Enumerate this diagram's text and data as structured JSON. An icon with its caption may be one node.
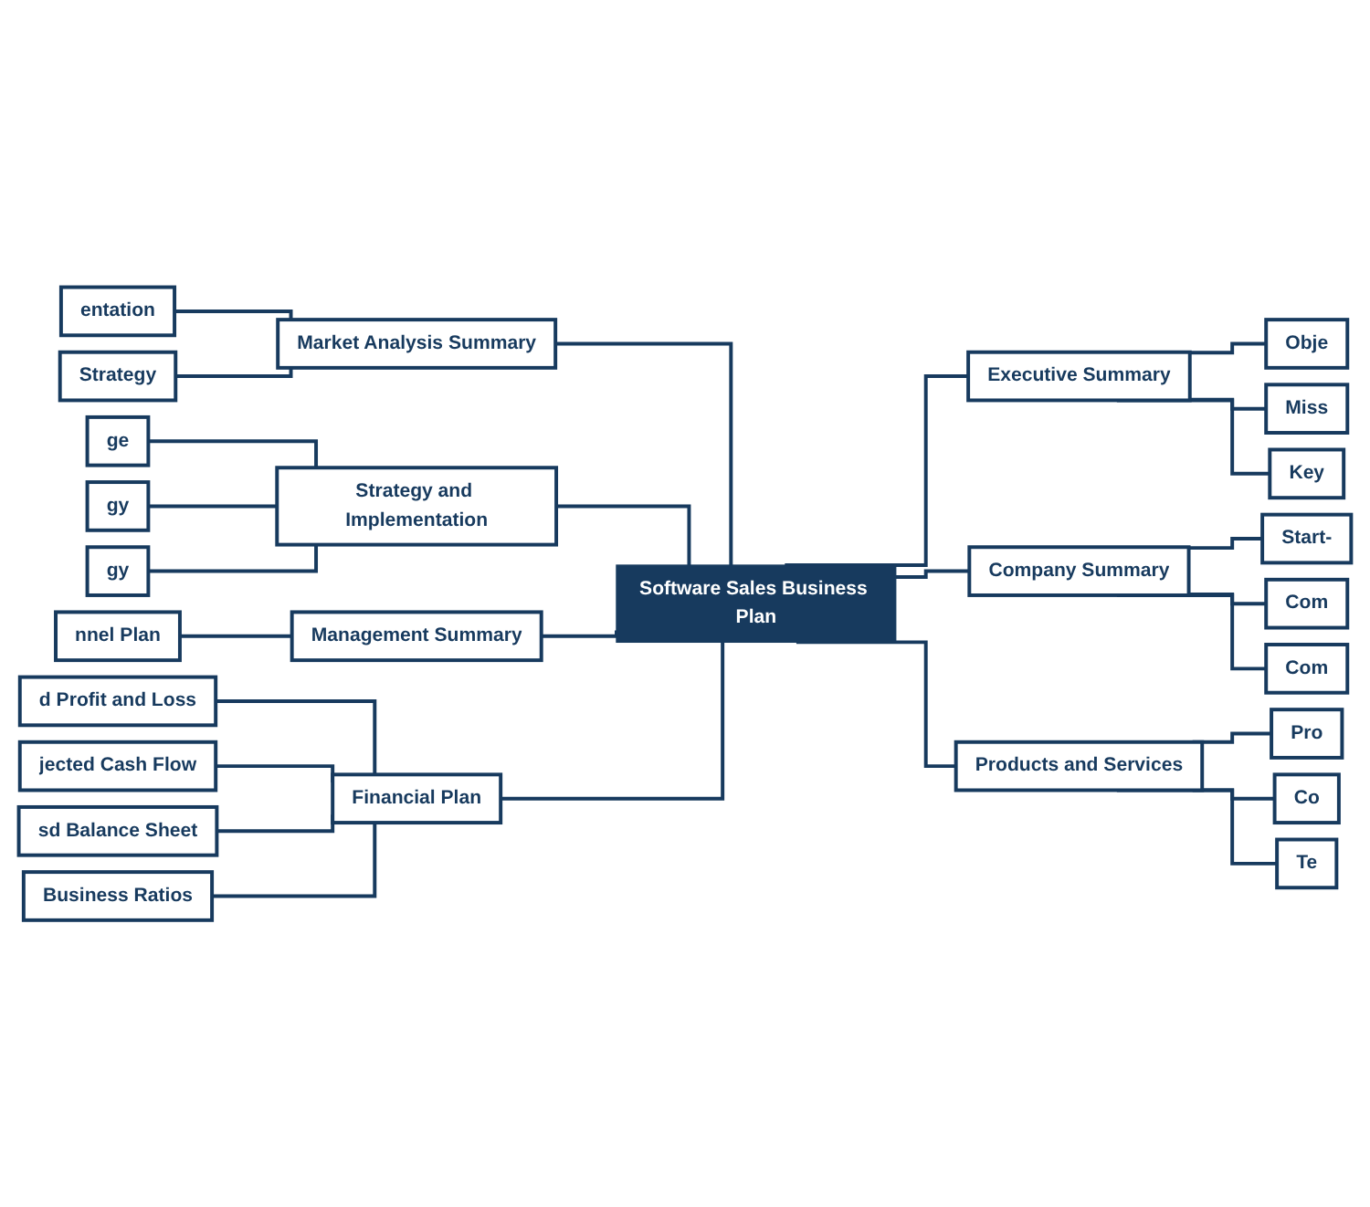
{
  "diagram": {
    "nodes": [
      {
        "text": [
          "Software Sales Business Plan"
        ]
      },
      {
        "text": [
          "Executive Summary"
        ]
      },
      {
        "text": [
          "Obje"
        ]
      },
      {
        "text": [
          "Miss"
        ]
      },
      {
        "text": [
          "Key"
        ]
      },
      {
        "text": [
          "Company Summary"
        ]
      },
      {
        "text": [
          "Start-"
        ]
      },
      {
        "text": [
          "Com"
        ]
      },
      {
        "text": [
          "Com"
        ]
      },
      {
        "text": [
          "Products and Services"
        ]
      },
      {
        "text": [
          "Pro"
        ]
      },
      {
        "text": [
          "Co"
        ]
      },
      {
        "text": [
          "Te"
        ]
      },
      {
        "text": [
          "Market Analysis Summary"
        ]
      },
      {
        "text": [
          "entation"
        ]
      },
      {
        "text": [
          "Strategy"
        ]
      },
      {
        "text": [
          "Strategy and Implementation"
        ]
      },
      {
        "text": [
          "ge"
        ]
      },
      {
        "text": [
          "gy"
        ]
      },
      {
        "text": [
          "gy"
        ]
      },
      {
        "text": [
          "Management Summary"
        ]
      },
      {
        "text": [
          "nnel Plan"
        ]
      },
      {
        "text": [
          "Financial Plan"
        ]
      },
      {
        "text": [
          "d Profit and Loss"
        ]
      },
      {
        "text": [
          "jected Cash Flow"
        ]
      },
      {
        "text": [
          "sd Balance Sheet"
        ]
      },
      {
        "text": [
          "Business Ratios"
        ]
      }
    ],
    "edges": [
      {
        "from": 0,
        "to": 1,
        "arrow": "none"
      },
      {
        "from": 1,
        "to": 2,
        "arrow": "none"
      },
      {
        "from": 1,
        "to": 3,
        "arrow": "none"
      },
      {
        "from": 1,
        "to": 4,
        "arrow": "none"
      },
      {
        "from": 0,
        "to": 5,
        "arrow": "none"
      },
      {
        "from": 5,
        "to": 6,
        "arrow": "none"
      },
      {
        "from": 5,
        "to": 7,
        "arrow": "none"
      },
      {
        "from": 5,
        "to": 8,
        "arrow": "none"
      },
      {
        "from": 0,
        "to": 9,
        "arrow": "none"
      },
      {
        "from": 9,
        "to": 10,
        "arrow": "none"
      },
      {
        "from": 9,
        "to": 11,
        "arrow": "none"
      },
      {
        "from": 9,
        "to": 12,
        "arrow": "none"
      },
      {
        "from": 0,
        "to": 13,
        "arrow": "none"
      },
      {
        "from": 13,
        "to": 14,
        "arrow": "none"
      },
      {
        "from": 13,
        "to": 15,
        "arrow": "none"
      },
      {
        "from": 0,
        "to": 16,
        "arrow": "none"
      },
      {
        "from": 16,
        "to": 17,
        "arrow": "none"
      },
      {
        "from": 16,
        "to": 18,
        "arrow": "none"
      },
      {
        "from": 16,
        "to": 19,
        "arrow": "none"
      },
      {
        "from": 0,
        "to": 20,
        "arrow": "none"
      },
      {
        "from": 20,
        "to": 21,
        "arrow": "none"
      },
      {
        "from": 0,
        "to": 22,
        "arrow": "none"
      },
      {
        "from": 22,
        "to": 23,
        "arrow": "none"
      },
      {
        "from": 22,
        "to": 24,
        "arrow": "none"
      },
      {
        "from": 22,
        "to": 25,
        "arrow": "none"
      },
      {
        "from": 22,
        "to": 26,
        "arrow": "none"
      }
    ]
  }
}
